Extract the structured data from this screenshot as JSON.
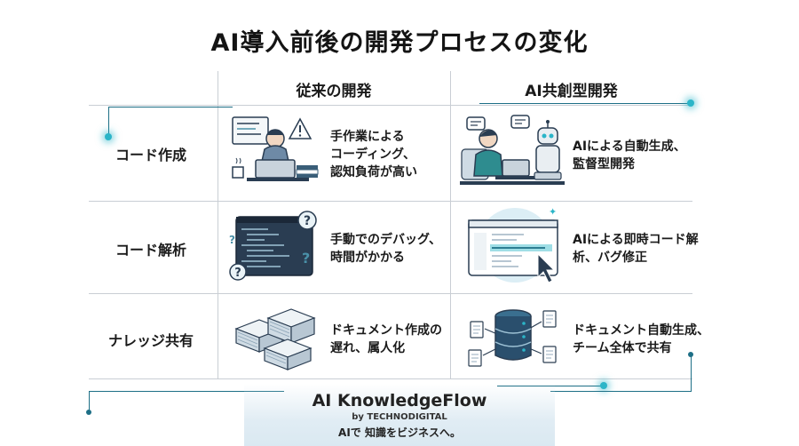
{
  "title": "AI導入前後の開発プロセスの変化",
  "columns": [
    "従来の開発",
    "AI共創型開発"
  ],
  "rows": [
    {
      "label": "コード作成",
      "traditional": [
        "手作業による",
        "コーディング、",
        "認知負荷が高い"
      ],
      "ai": [
        "AIによる自動生成、",
        "監督型開発"
      ]
    },
    {
      "label": "コード解析",
      "traditional": [
        "手動でのデバッグ、",
        "時間がかかる"
      ],
      "ai": [
        "AIによる即時コード解",
        "析、バグ修正"
      ]
    },
    {
      "label": "ナレッジ共有",
      "traditional": [
        "ドキュメント作成の",
        "遅れ、属人化"
      ],
      "ai": [
        "ドキュメント自動生成、",
        "チーム全体で共有"
      ]
    }
  ],
  "footer": {
    "name": "AI KnowledgeFlow",
    "by": "by TECHNODIGITAL",
    "tagline": "AIで 知識をビジネスへ。"
  },
  "colors": {
    "accent_teal": "#2bb5c8",
    "trace_dark": "#1d6f86",
    "navy": "#2a3d52"
  },
  "icons": {
    "r1_traditional": "stressed-developer-icon",
    "r1_ai": "developer-with-robot-icon",
    "r2_traditional": "debug-code-questions-icon",
    "r2_ai": "code-analysis-cursor-icon",
    "r3_traditional": "paper-stacks-icon",
    "r3_ai": "database-documents-icon"
  }
}
